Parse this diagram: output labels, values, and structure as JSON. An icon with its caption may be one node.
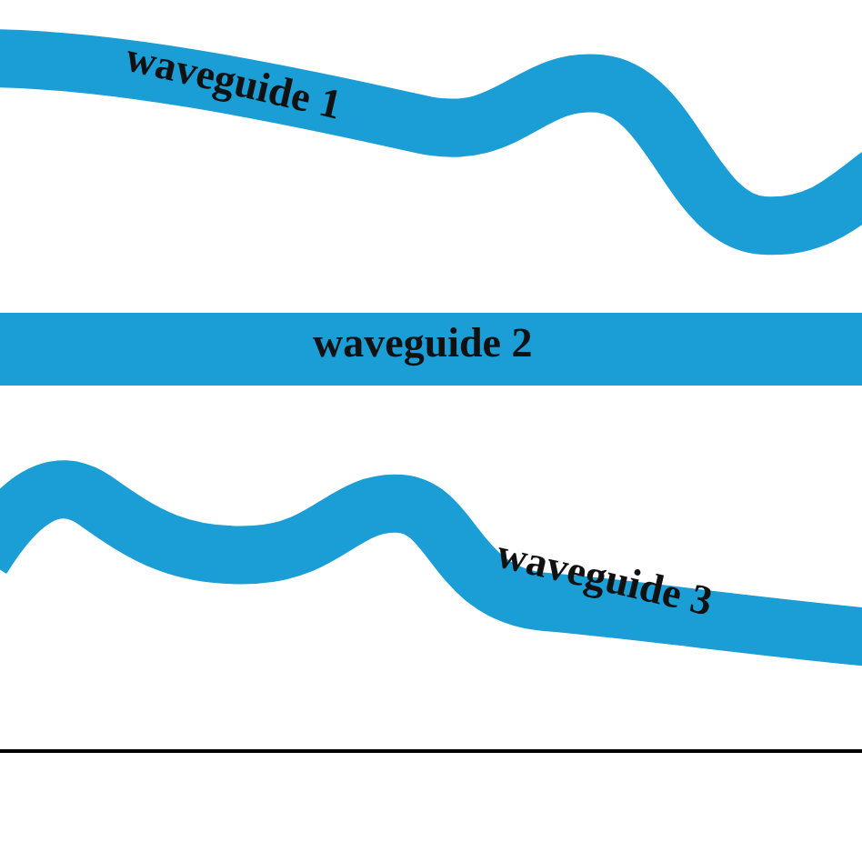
{
  "diagram": {
    "nodes": [
      {
        "text": [
          "waveguide 1"
        ]
      },
      {
        "text": [
          "waveguide 2"
        ]
      },
      {
        "text": [
          "waveguide 3"
        ]
      }
    ]
  }
}
